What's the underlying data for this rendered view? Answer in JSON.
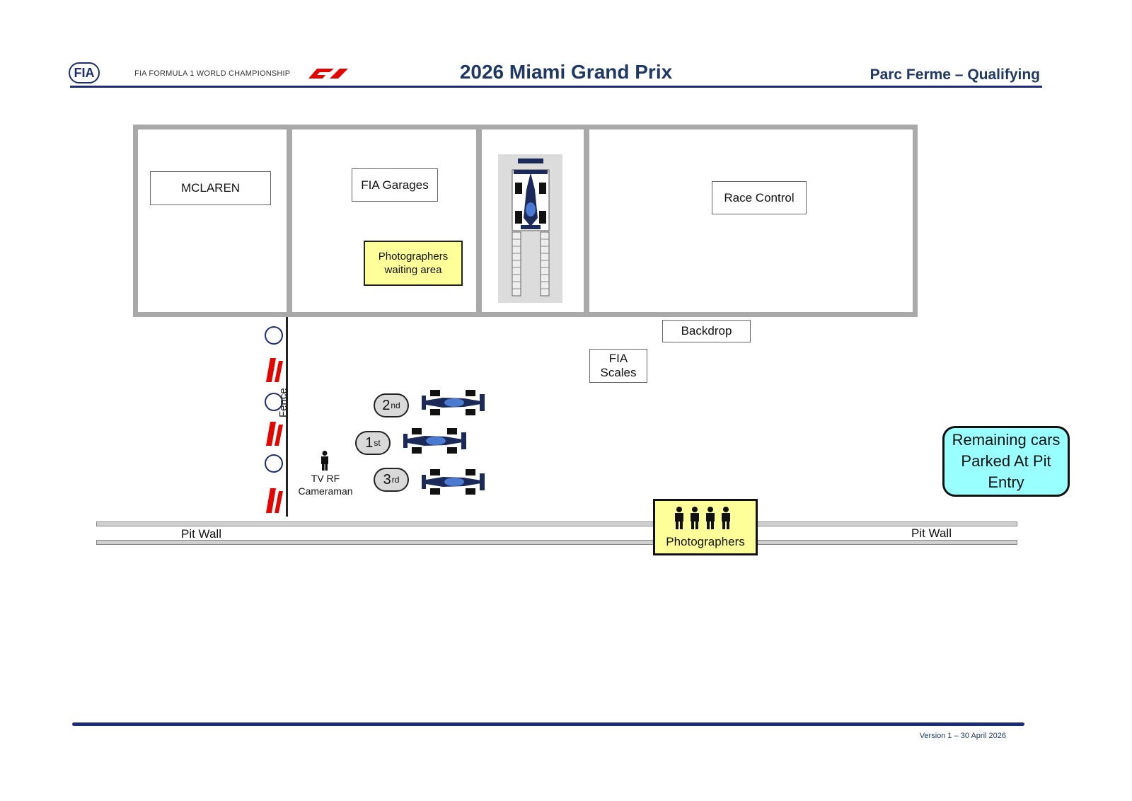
{
  "header": {
    "fia_logo_text": "FIA",
    "championship": "FIA FORMULA 1 WORLD CHAMPIONSHIP",
    "title": "2026 Miami Grand Prix",
    "subtitle": "Parc Ferme – Qualifying"
  },
  "building": {
    "mclaren": "MCLAREN",
    "fia_garages": "FIA Garages",
    "photographers_waiting": "Photographers waiting area",
    "race_control": "Race Control"
  },
  "areas": {
    "backdrop": "Backdrop",
    "fia_scales": "FIA Scales",
    "fence": "Fence",
    "tv_rf_cameraman": "TV RF Cameraman",
    "photographers": "Photographers",
    "pit_wall_left": "Pit Wall",
    "pit_wall_right": "Pit Wall",
    "remaining_cars": "Remaining cars Parked At Pit Entry"
  },
  "positions": [
    {
      "num": "2",
      "suffix": "nd"
    },
    {
      "num": "1",
      "suffix": "st"
    },
    {
      "num": "3",
      "suffix": "rd"
    }
  ],
  "footer": {
    "version": "Version 1 – 30 April 2026"
  },
  "colors": {
    "accent_blue": "#1c2a7a",
    "title_blue": "#1f3864",
    "yellow": "#ffff99",
    "cyan": "#99ffff",
    "f1_red": "#e10600"
  }
}
